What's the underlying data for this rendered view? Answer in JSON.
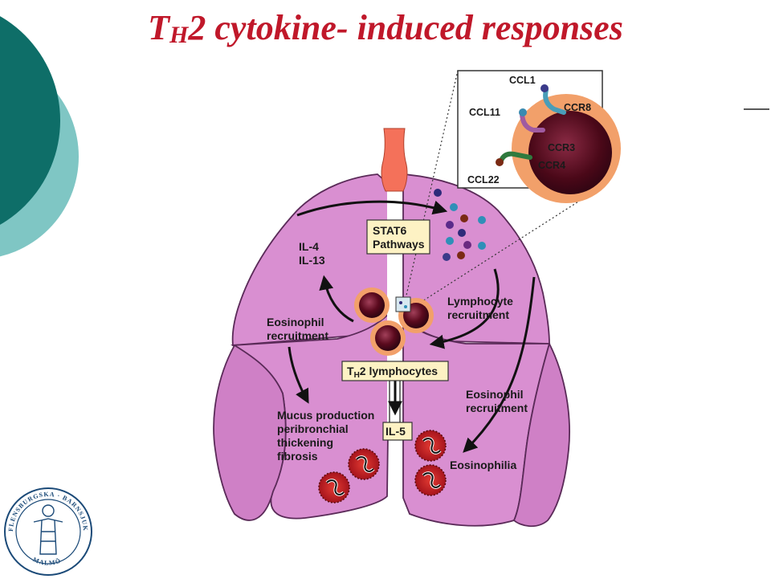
{
  "title": {
    "prefix": "T",
    "subscript": "H",
    "text": "2 cytokine- induced responses",
    "color": "#c0182a"
  },
  "theme": {
    "teal_dark": "#0e6e68",
    "teal_light": "#7fc6c4",
    "lung_fill": "#d98fd1",
    "lung_stroke": "#5a2a58",
    "trachea": "#f4715a",
    "cell_core": "#5b0a1e",
    "cell_ring": "#f2a06a",
    "eosinophil": "#c0161f"
  },
  "labels": {
    "stat6_line1": "STAT6",
    "stat6_line2": "Pathways",
    "il4": "IL-4",
    "il13": "IL-13",
    "eos_recruit_left_1": "Eosinophil",
    "eos_recruit_left_2": "recruitment",
    "lymph_recruit_1": "Lymphocyte",
    "lymph_recruit_2": "recruitment",
    "th2_prefix": "T",
    "th2_sub": "H",
    "th2_rest": "2 lymphocytes",
    "mucus_1": "Mucus production",
    "mucus_2": "peribronchial",
    "mucus_3": "thickening",
    "mucus_4": "fibrosis",
    "il5": "IL-5",
    "eos_recruit_right_1": "Eosinophil",
    "eos_recruit_right_2": "recruitment",
    "eosinophilia": "Eosinophilia"
  },
  "inset": {
    "ccl1": "CCL1",
    "ccl11": "CCL11",
    "ccl22": "CCL22",
    "ccr8": "CCR8",
    "ccr3": "CCR3",
    "ccr4": "CCR4"
  },
  "logo": {
    "top_text": "FLENSBURGSKA · BARNSJUKHUSET",
    "bottom_text": "MALMÖ"
  }
}
